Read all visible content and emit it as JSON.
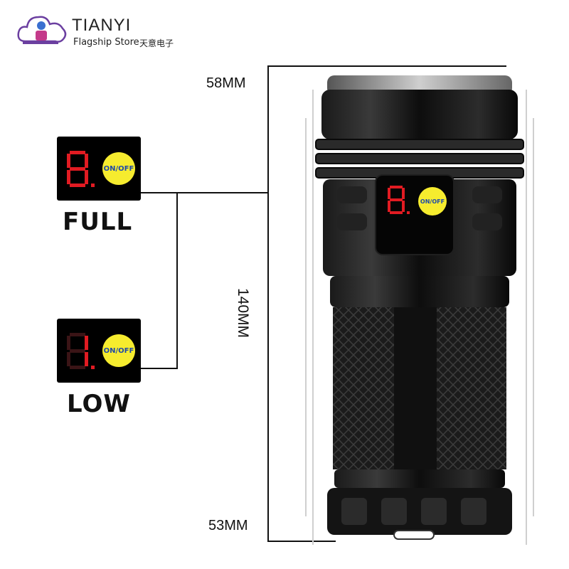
{
  "brand": {
    "name": "TIANYI",
    "subtitle": "Flagship Store",
    "chinese_name": "天意电子"
  },
  "modes": [
    {
      "label": "FULL",
      "digit": "8.",
      "button_text": "ON/OFF"
    },
    {
      "label": "LOW",
      "digit": "1.",
      "button_text": "ON/OFF"
    }
  ],
  "dimensions": {
    "head_diameter": "58MM",
    "length": "140MM",
    "tail_diameter": "53MM"
  },
  "device_panel": {
    "digit": "8.",
    "button_text": "ON/OFF"
  },
  "colors": {
    "display_red": "#e11b22",
    "button_yellow": "#f6ec2e",
    "body_black": "#0b0b0b"
  }
}
